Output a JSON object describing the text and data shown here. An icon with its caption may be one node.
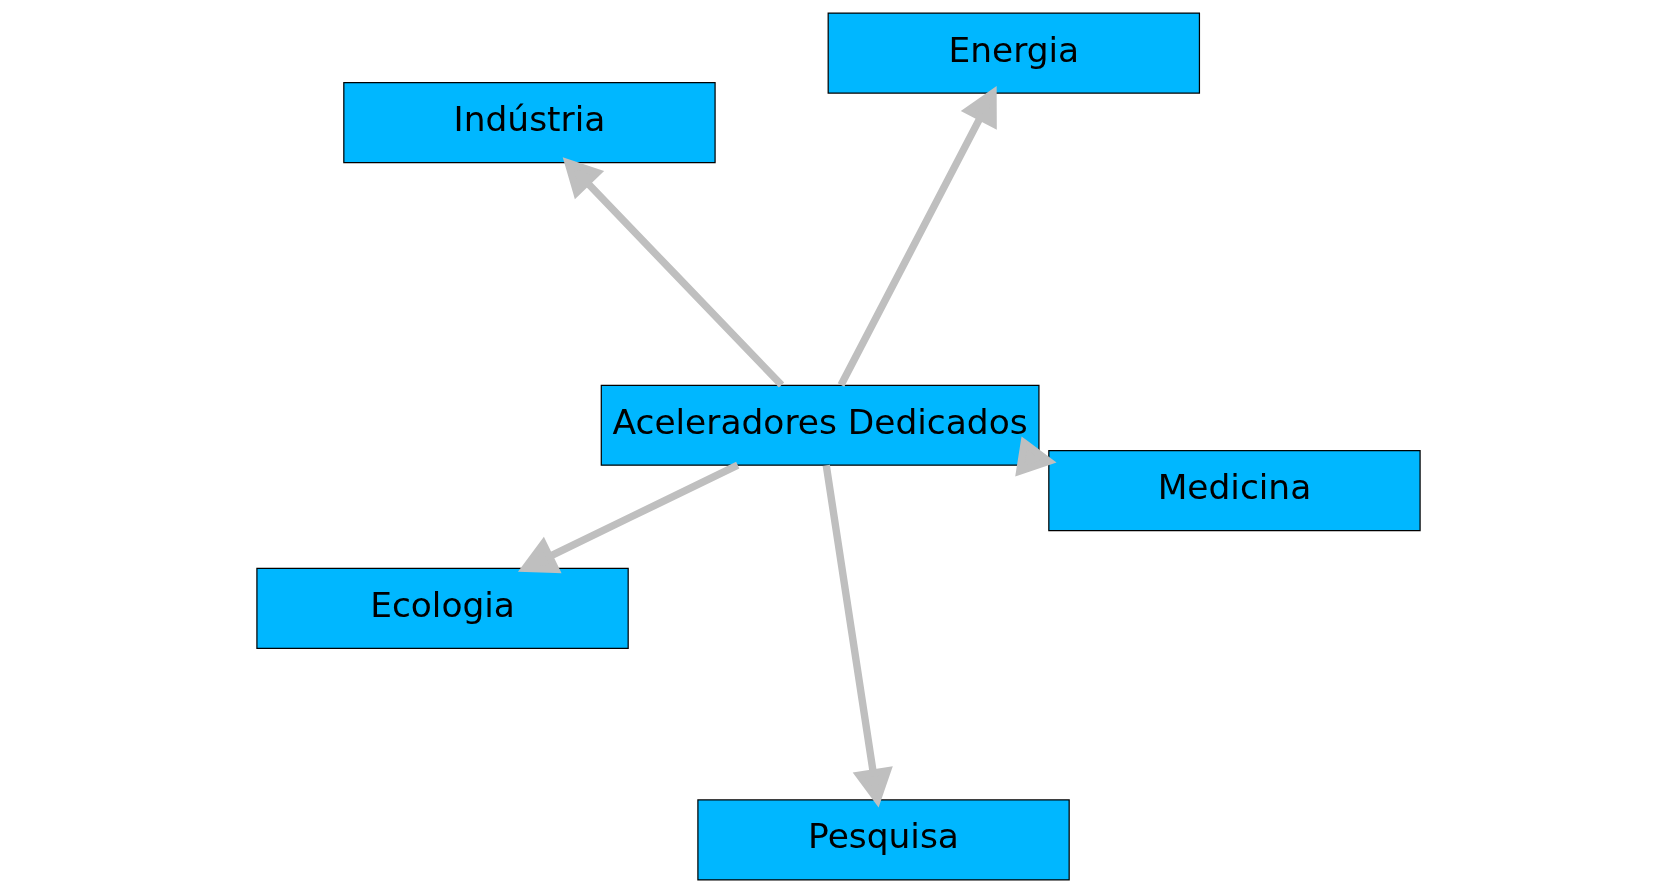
{
  "diagram": {
    "nodes": [
      {
        "text": [
          "Pesquisa"
        ]
      },
      {
        "text": [
          "Indústria"
        ]
      },
      {
        "text": [
          "Aceleradores Dedicados"
        ]
      },
      {
        "text": [
          "Medicina"
        ]
      },
      {
        "text": [
          "Energia"
        ]
      },
      {
        "text": [
          "Ecologia"
        ]
      }
    ],
    "edges": [
      {
        "from": 2,
        "to": 0,
        "arrow": "to"
      },
      {
        "from": 2,
        "to": 1,
        "arrow": "to"
      },
      {
        "from": 2,
        "to": 3,
        "arrow": "to"
      },
      {
        "from": 2,
        "to": 4,
        "arrow": "to"
      },
      {
        "from": 2,
        "to": 5,
        "arrow": "to"
      }
    ]
  }
}
